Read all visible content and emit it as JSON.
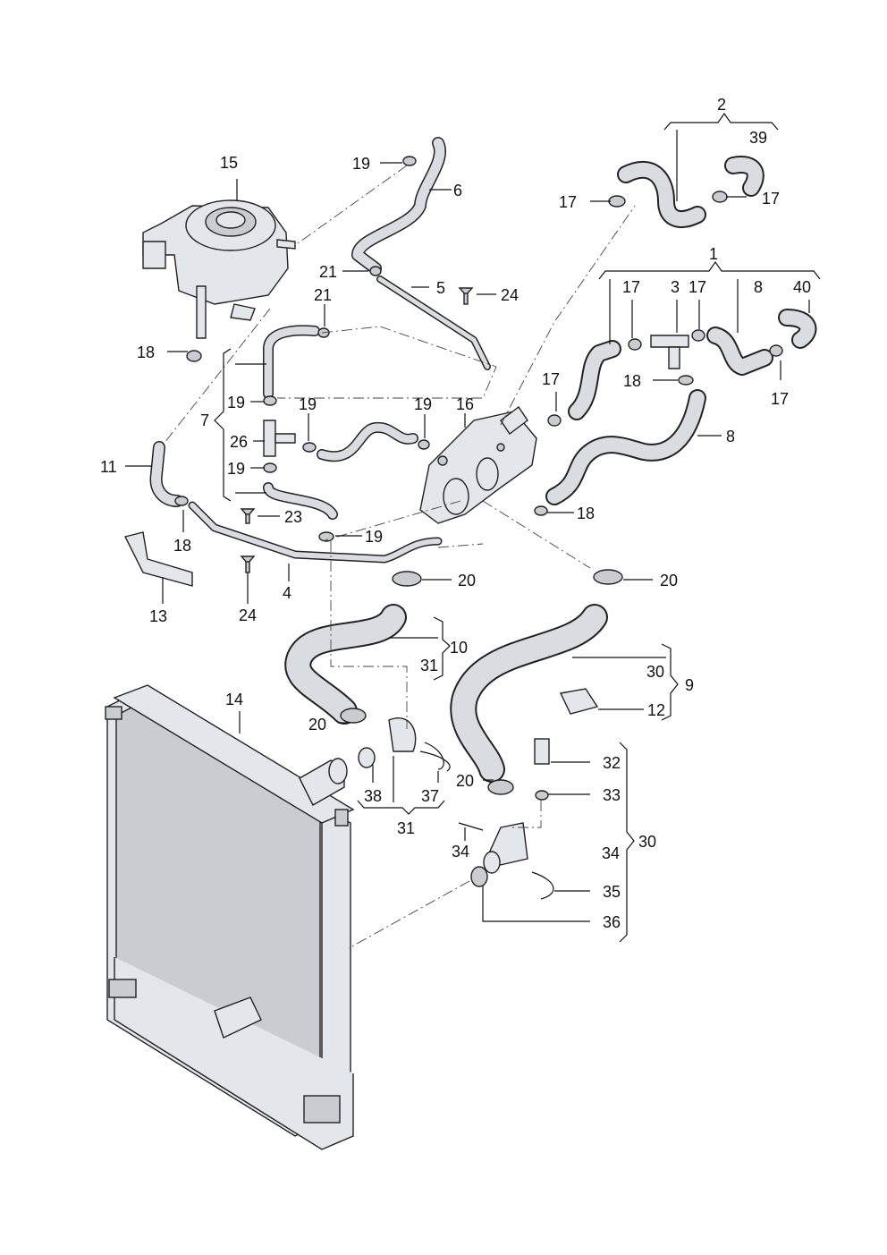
{
  "diagram": {
    "callouts": [
      "1",
      "2",
      "3",
      "4",
      "5",
      "6",
      "7",
      "8",
      "8",
      "9",
      "10",
      "11",
      "12",
      "13",
      "14",
      "15",
      "16",
      "17",
      "17",
      "17",
      "17",
      "17",
      "17",
      "18",
      "18",
      "18",
      "18",
      "19",
      "19",
      "19",
      "19",
      "19",
      "19",
      "20",
      "20",
      "20",
      "20",
      "21",
      "21",
      "23",
      "24",
      "24",
      "26",
      "30",
      "30",
      "31",
      "31",
      "32",
      "33",
      "34",
      "34",
      "35",
      "36",
      "37",
      "38",
      "39",
      "40"
    ]
  },
  "labels": {
    "l2": "2",
    "l39": "39",
    "l17a": "17",
    "l17b": "17",
    "l1": "1",
    "l17c": "17",
    "l3": "3",
    "l17d": "17",
    "l8a": "8",
    "l40": "40",
    "l18a": "18",
    "l17e": "17",
    "l17f": "17",
    "l8b": "8",
    "l18b": "18",
    "l15": "15",
    "l19a": "19",
    "l6": "6",
    "l21a": "21",
    "l5": "5",
    "l24a": "24",
    "l21b": "21",
    "l18c": "18",
    "l19b": "19",
    "l19c": "19",
    "l7": "7",
    "l26": "26",
    "l19d": "19",
    "l16": "16",
    "l19e": "19",
    "l11": "11",
    "l23": "23",
    "l18d": "18",
    "l19f": "19",
    "l13": "13",
    "l24b": "24",
    "l4": "4",
    "l20a": "20",
    "l20b": "20",
    "l10": "10",
    "l31a": "31",
    "l30a": "30",
    "l9": "9",
    "l12": "12",
    "l14": "14",
    "l20c": "20",
    "l38": "38",
    "l37": "37",
    "l31b": "31",
    "l32": "32",
    "l20d": "20",
    "l33": "33",
    "l34a": "34",
    "l34b": "34",
    "l30b": "30",
    "l35": "35",
    "l36": "36"
  }
}
